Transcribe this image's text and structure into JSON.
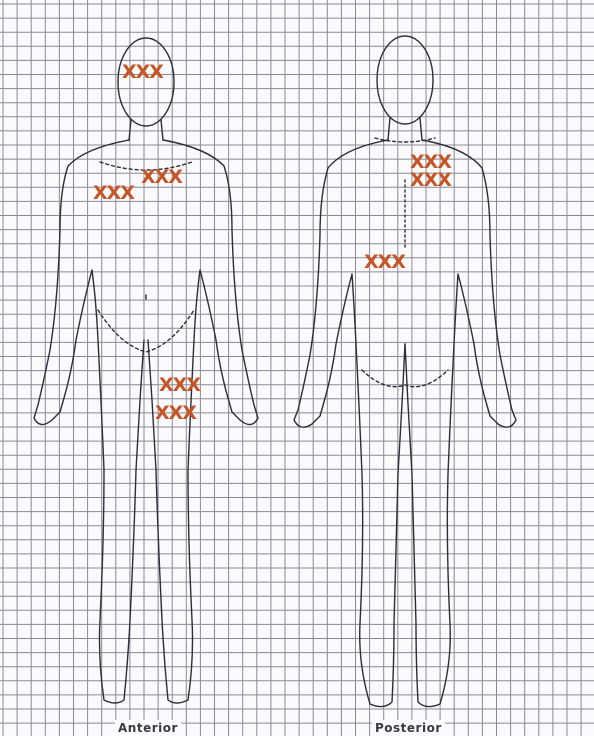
{
  "labels": {
    "anterior": "Anterior",
    "posterior": "Posterior"
  },
  "marker_text": "XXX",
  "colors": {
    "grid": "#8b8896",
    "body_outline": "#2d2d38",
    "marker": "#c55524",
    "background": "#fbfafc"
  },
  "markers": [
    {
      "view": "anterior",
      "region": "forehead"
    },
    {
      "view": "anterior",
      "region": "left-upper-chest"
    },
    {
      "view": "anterior",
      "region": "right-upper-chest"
    },
    {
      "view": "anterior",
      "region": "left-upper-thigh"
    },
    {
      "view": "anterior",
      "region": "left-upper-thigh-lower"
    },
    {
      "view": "posterior",
      "region": "right-scapula"
    },
    {
      "view": "posterior",
      "region": "right-scapula-lower"
    },
    {
      "view": "posterior",
      "region": "lower-back"
    }
  ]
}
